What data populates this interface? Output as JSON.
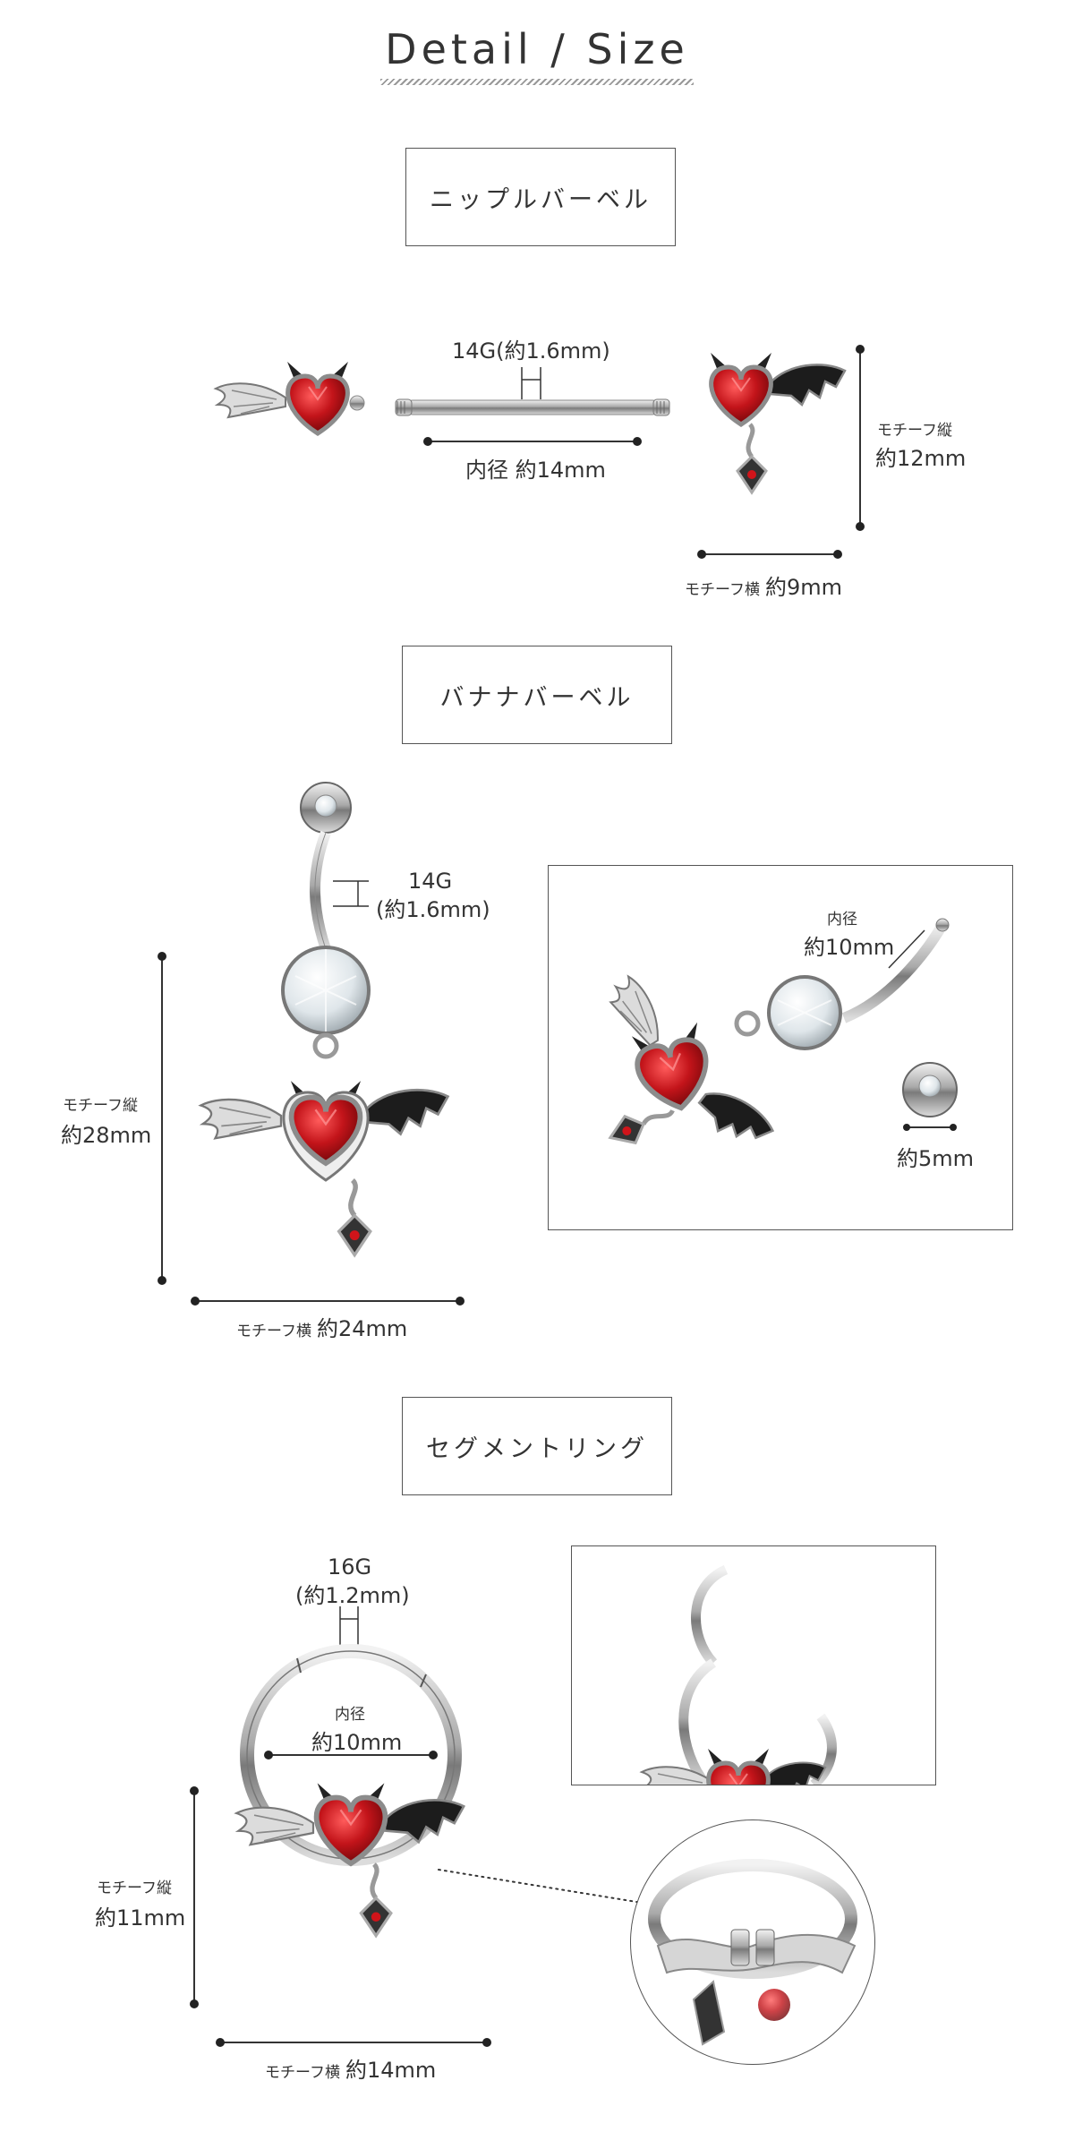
{
  "page": {
    "title": "Detail / Size"
  },
  "sections": [
    {
      "name": "ニップルバーベル",
      "gauge": "14G(約1.6mm)",
      "inner": "内径 約14mm",
      "motif_h_label": "モチーフ縦",
      "motif_h_value": "約12mm",
      "motif_w_label": "モチーフ横",
      "motif_w_value": "約9mm"
    },
    {
      "name": "バナナバーベル",
      "gauge_1": "14G",
      "gauge_2": "(約1.6mm)",
      "motif_h_label": "モチーフ縦",
      "motif_h_value": "約28mm",
      "motif_w_label": "モチーフ横",
      "motif_w_value": "約24mm",
      "inner_label": "内径",
      "inner_value": "約10mm",
      "ball": "約5mm"
    },
    {
      "name": "セグメントリング",
      "gauge_1": "16G",
      "gauge_2": "(約1.2mm)",
      "inner_label": "内径",
      "inner_value": "約10mm",
      "motif_h_label": "モチーフ縦",
      "motif_h_value": "約11mm",
      "motif_w_label": "モチーフ横",
      "motif_w_value": "約14mm"
    }
  ]
}
